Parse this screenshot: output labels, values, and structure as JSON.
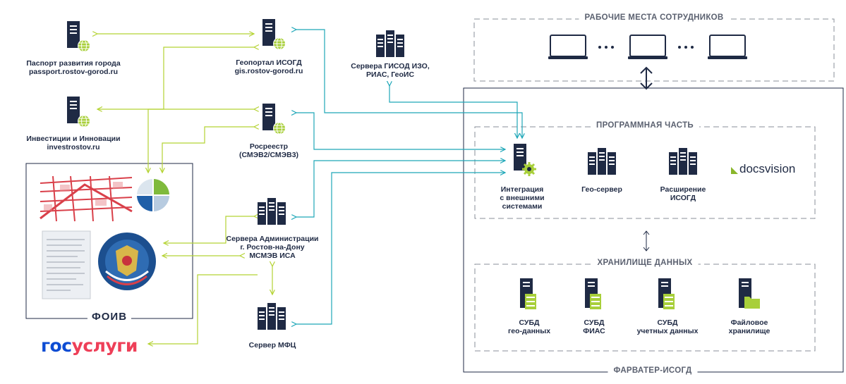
{
  "nodes": {
    "passport": {
      "line1": "Паспорт развития города",
      "line2": "passport.rostov-gorod.ru"
    },
    "invest": {
      "line1": "Инвестиции и Инновации",
      "line2": "investrostov.ru"
    },
    "geoportal": {
      "line1": "Геопортал ИСОГД",
      "line2": "gis.rostov-gorod.ru"
    },
    "rosreestr": {
      "line1": "Росреестр",
      "line2": "(СМЭВ2/СМЭВ3)"
    },
    "adm": {
      "line1": "Сервера Администрации",
      "line2": "г. Ростов-на-Дону",
      "line3": "МСМЭВ ИСА"
    },
    "mfc": {
      "line1": "Сервер МФЦ"
    },
    "gisod": {
      "line1": "Сервера ГИСОД ИЗО,",
      "line2": "РИАС, ГеоИС"
    },
    "integration": {
      "line1": "Интеграция",
      "line2": "с внешними",
      "line3": "системами"
    },
    "geoserver": {
      "line1": "Гео-сервер"
    },
    "extension": {
      "line1": "Расширение",
      "line2": "ИСОГД"
    },
    "db_geo": {
      "line1": "СУБД",
      "line2": "гео-данных"
    },
    "db_fias": {
      "line1": "СУБД",
      "line2": "ФИАС"
    },
    "db_acc": {
      "line1": "СУБД",
      "line2": "учетных данных"
    },
    "filestore": {
      "line1": "Файловое",
      "line2": "хранилище"
    }
  },
  "sections": {
    "workplaces": "РАБОЧИЕ МЕСТА СОТРУДНИКОВ",
    "software": "ПРОГРАММНАЯ ЧАСТЬ",
    "storage": "ХРАНИЛИЩЕ ДАННЫХ",
    "fairway": "ФАРВАТЕР-ИСОГД",
    "foiv": "ФОИВ"
  },
  "brands": {
    "gosuslugi_part1": "гос",
    "gosuslugi_part2": "услуги",
    "docsvision": "docsvision"
  },
  "colors": {
    "green_arrow": "#b5d334",
    "cyan_arrow": "#1ea7b8",
    "server": "#1f2a44",
    "globe": "#a8cf3a",
    "gosuslugi_blue": "#0d4cd3",
    "gosuslugi_red": "#ee3f58"
  }
}
